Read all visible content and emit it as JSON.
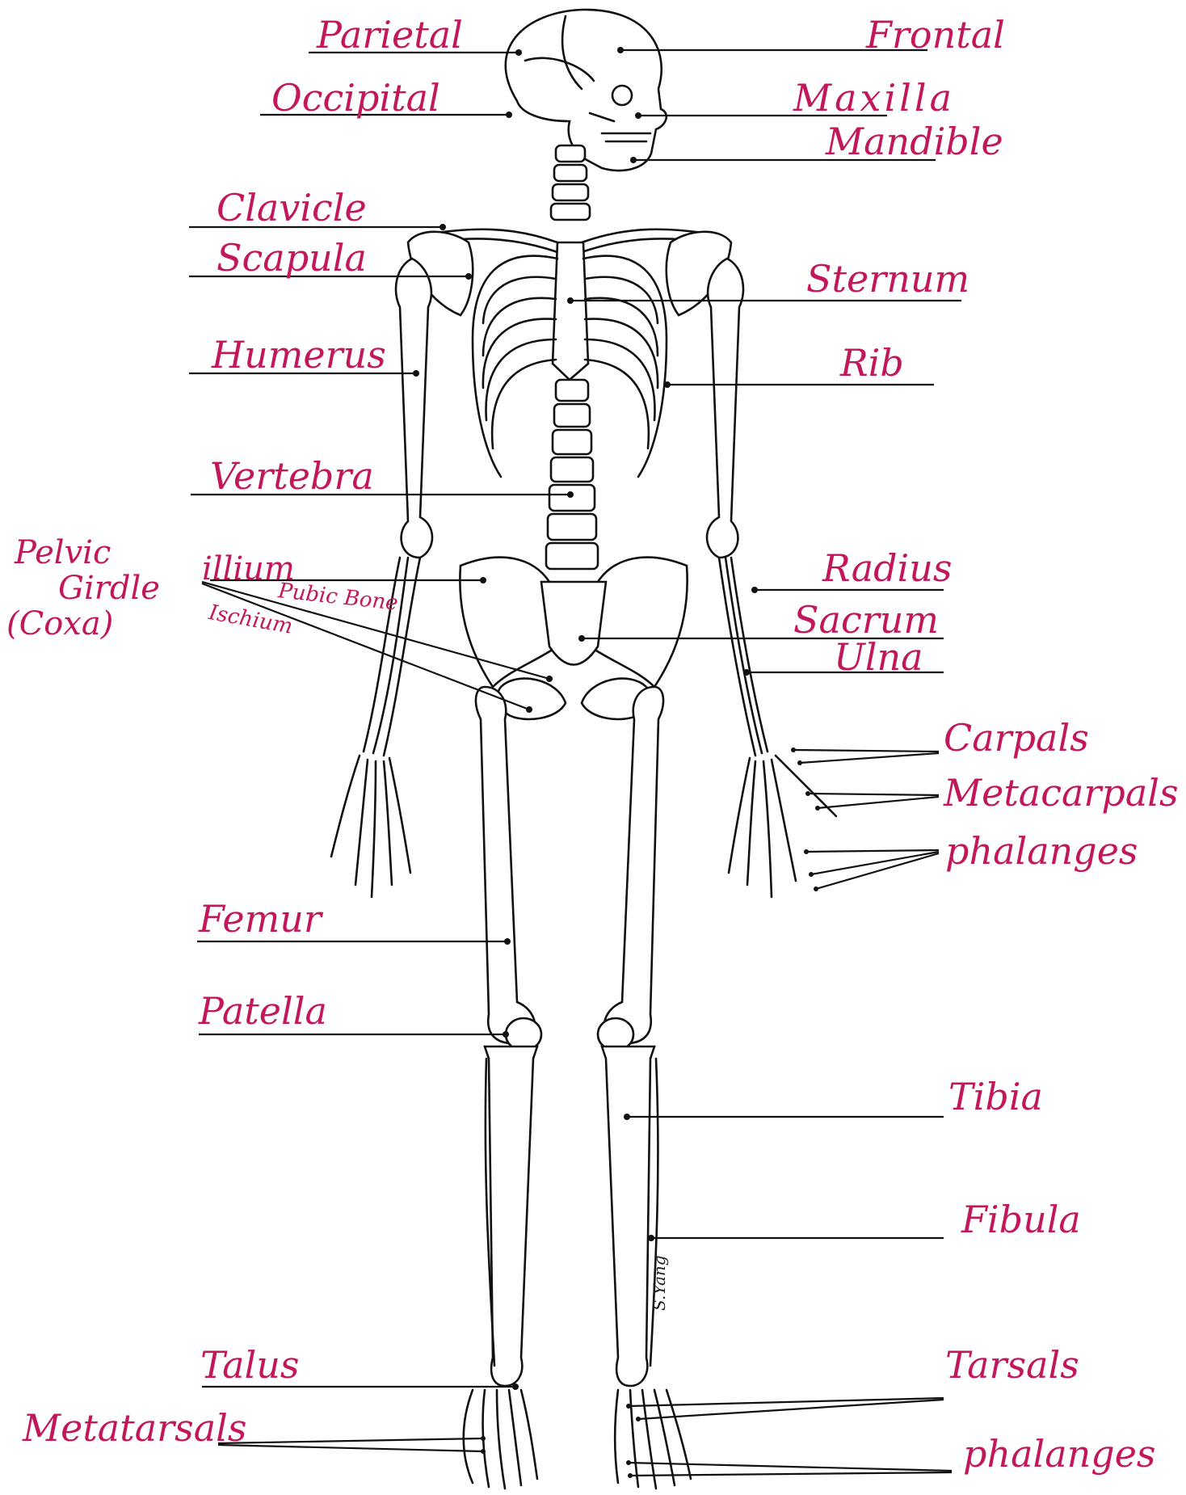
{
  "diagram": {
    "labels": {
      "parietal": "Parietal",
      "frontal": "Frontal",
      "occipital": "Occipital",
      "maxilla": "Maxilla",
      "mandible": "Mandible",
      "clavicle": "Clavicle",
      "scapula": "Scapula",
      "sternum": "Sternum",
      "humerus": "Humerus",
      "rib": "Rib",
      "vertebra": "Vertebra",
      "pelvic_girdle_1": "Pelvic",
      "pelvic_girdle_2": "Girdle",
      "pelvic_girdle_3": "(Coxa)",
      "ilium": "illium",
      "pubic_bone": "Pubic Bone",
      "ischium": "Ischium",
      "radius": "Radius",
      "sacrum": "Sacrum",
      "ulna": "Ulna",
      "carpals": "Carpals",
      "metacarpals": "Metacarpals",
      "phalanges_hand": "phalanges",
      "femur": "Femur",
      "patella": "Patella",
      "tibia": "Tibia",
      "fibula": "Fibula",
      "talus": "Talus",
      "tarsals": "Tarsals",
      "metatarsals": "Metatarsals",
      "phalanges_foot": "phalanges"
    },
    "signature": "S.Yang",
    "colors": {
      "label_ink": "#c2185b",
      "line_art": "#111111",
      "background": "#ffffff"
    }
  }
}
